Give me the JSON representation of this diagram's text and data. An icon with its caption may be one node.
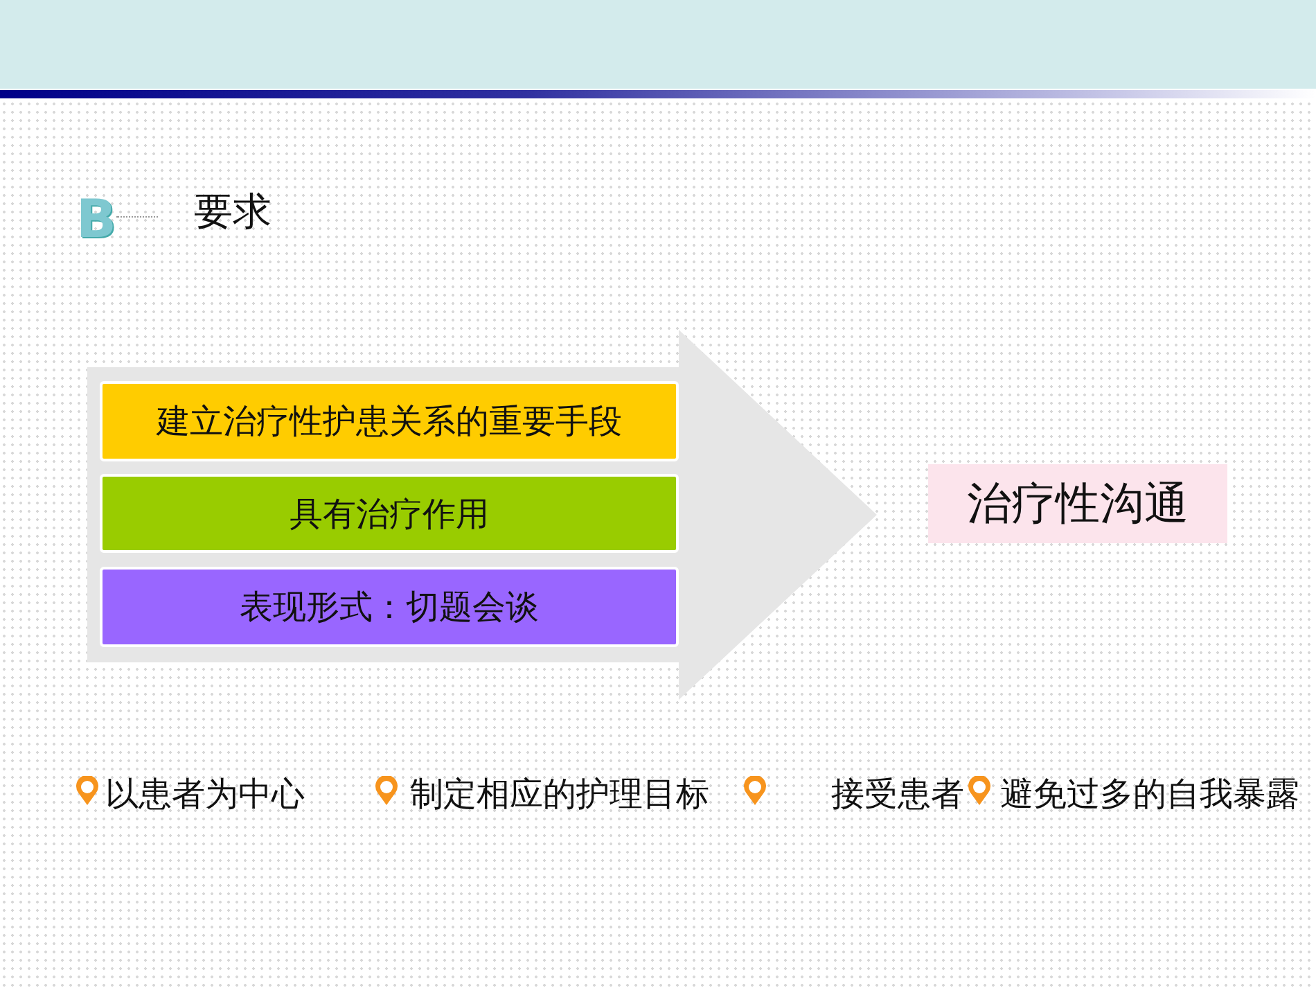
{
  "diagram": {
    "title": "要求",
    "nodes": [
      {
        "text": [],
        "shape": "arrow"
      },
      {
        "text": [
          "建立治疗性护患关系的重要手段"
        ],
        "in": 0
      },
      {
        "text": [
          "具有治疗作用"
        ],
        "in": 0
      },
      {
        "text": [
          "表现形式：切题会谈"
        ],
        "in": 0
      },
      {
        "text": [
          "治疗性沟通"
        ]
      }
    ],
    "edges": [],
    "labels": [
      "B",
      "以患者为中心",
      "制定相应的护理目标",
      "接受患者",
      "避免过多的自我暴露"
    ]
  }
}
